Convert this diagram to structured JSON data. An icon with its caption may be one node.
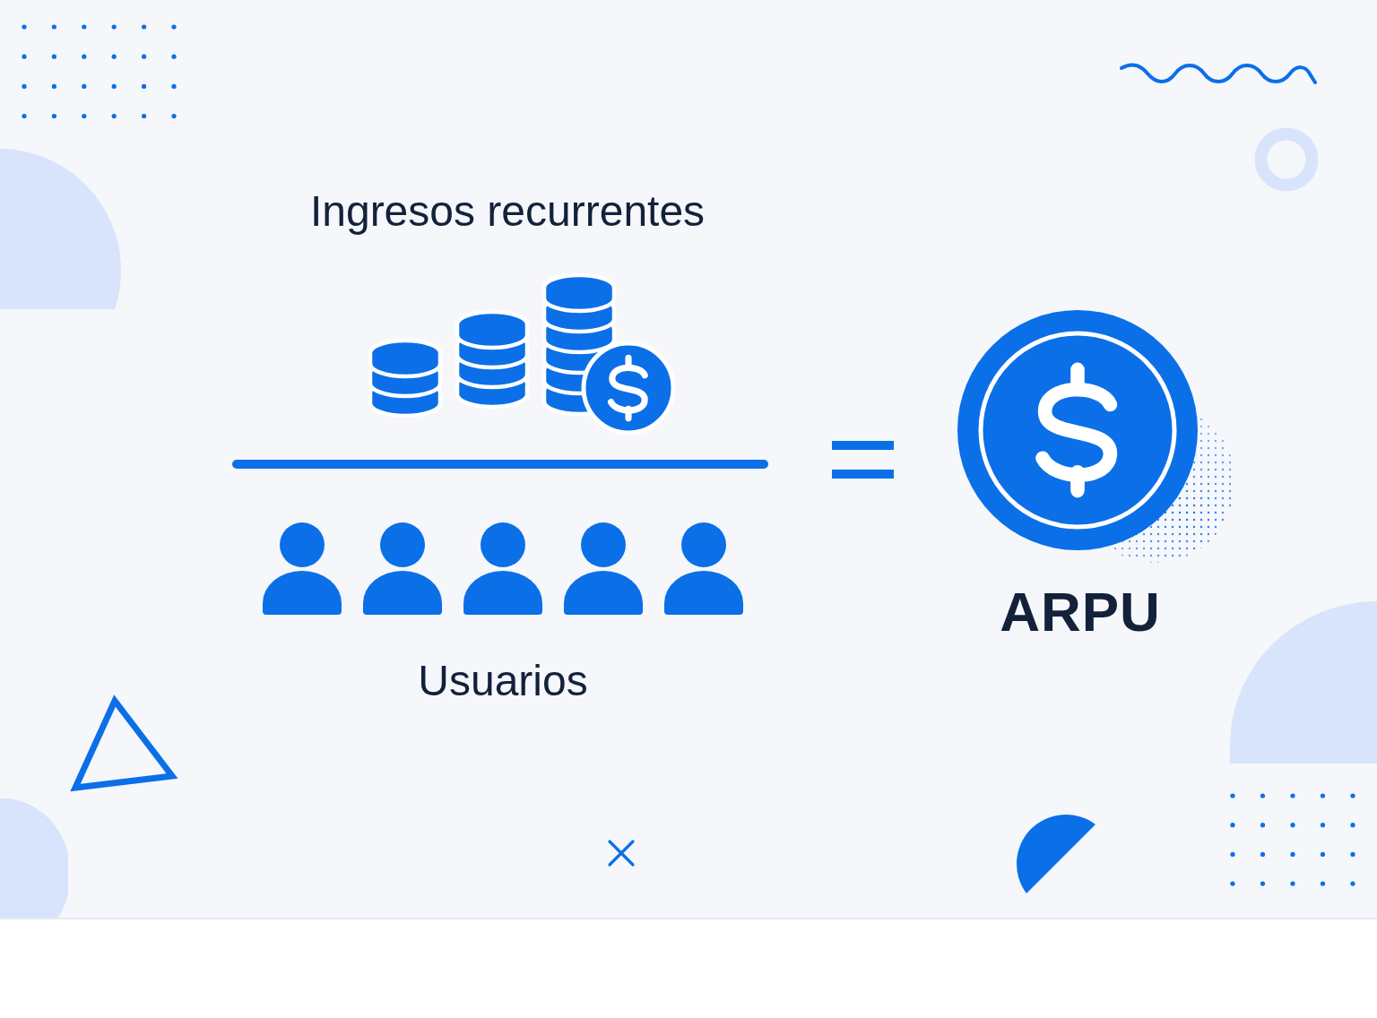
{
  "diagram": {
    "labels": [
      "Ingresos recurrentes",
      "Usuarios",
      "ARPU"
    ]
  }
}
